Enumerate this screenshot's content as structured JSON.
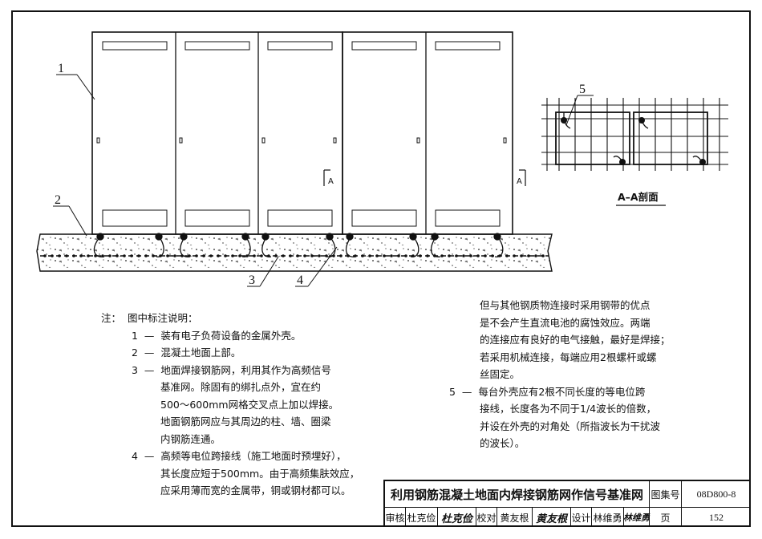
{
  "drawing": {
    "callouts": [
      "1",
      "2",
      "3",
      "4",
      "5"
    ],
    "section_marks": [
      "A",
      "A"
    ],
    "section_title": "A–A剖面"
  },
  "notes": {
    "header": "注：",
    "intro": "图中标注说明：",
    "items": [
      {
        "num": "1",
        "dash": "—",
        "lines": [
          "装有电子负荷设备的金属外壳。"
        ]
      },
      {
        "num": "2",
        "dash": "—",
        "lines": [
          "混凝土地面上部。"
        ]
      },
      {
        "num": "3",
        "dash": "—",
        "lines": [
          "地面焊接钢筋网，利用其作为高频信号",
          "基准网。除固有的绑扎点外，宜在约",
          "500～600mm网格交叉点上加以焊接。",
          "地面钢筋网应与其周边的柱、墙、圈梁",
          "内钢筋连通。"
        ]
      },
      {
        "num": "4",
        "dash": "—",
        "lines": [
          "高频等电位跨接线（施工地面时预埋好），",
          "其长度应短于500mm。由于高频集肤效应，",
          "应采用薄而宽的金属带，铜或钢材都可以。"
        ]
      }
    ],
    "continued": [
      "但与其他钢质物连接时采用钢带的优点",
      "是不会产生直流电池的腐蚀效应。两端",
      "的连接应有良好的电气接触，最好是焊接；",
      "若采用机械连接，每端应用2根螺杆或螺",
      "丝固定。"
    ],
    "item5": {
      "num": "5",
      "dash": "—",
      "lines": [
        "每台外壳应有2根不同长度的等电位跨",
        "接线，长度各为不同于1/4波长的倍数，",
        "并设在外壳的对角处（所指波长为干扰波",
        "的波长）。"
      ]
    }
  },
  "title_block": {
    "title": "利用钢筋混凝土地面内焊接钢筋网作信号基准网",
    "atlas_label": "图集号",
    "atlas_no": "08D800-8",
    "review_label": "审核",
    "reviewer": "杜克俭",
    "reviewer_sig": "杜克俭",
    "check_label": "校对",
    "checker": "黄友根",
    "checker_sig": "黄友根",
    "design_label": "设计",
    "designer": "林维勇",
    "designer_sig": "林维勇",
    "page_label": "页",
    "page_no": "152"
  }
}
